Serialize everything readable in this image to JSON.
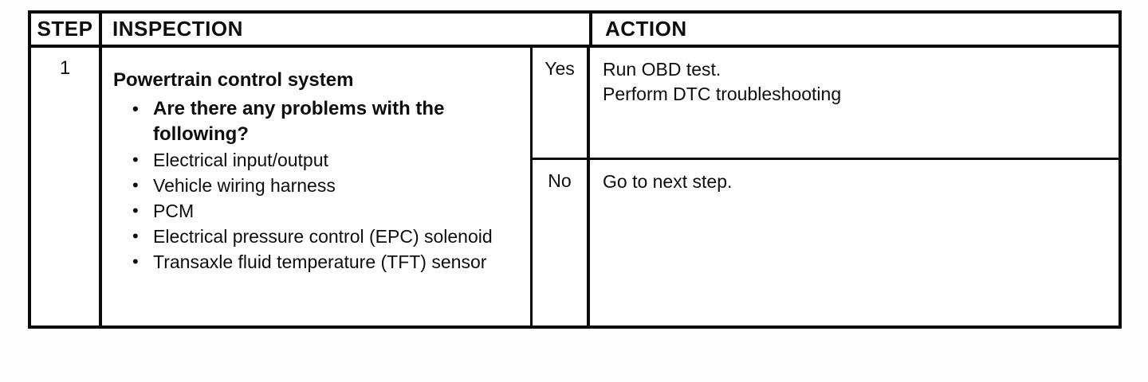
{
  "colors": {
    "border": "#0a0a0a",
    "text": "#0d0d0d",
    "background": "#ffffff"
  },
  "table": {
    "bullet_glyph": "•",
    "headers": {
      "step": "STEP",
      "inspection": "INSPECTION",
      "action": "ACTION"
    },
    "rows": [
      {
        "step": "1",
        "inspection": {
          "title": "Powertrain control system",
          "bullets": [
            {
              "text": "Are there any problems with the following?",
              "bold": true
            },
            {
              "text": "Electrical input/output",
              "bold": false
            },
            {
              "text": "Vehicle wiring harness",
              "bold": false
            },
            {
              "text": "PCM",
              "bold": false
            },
            {
              "text": "Electrical pressure control (EPC) solenoid",
              "bold": false
            },
            {
              "text": "Transaxle fluid temperature (TFT) sensor",
              "bold": false
            }
          ]
        },
        "branches": [
          {
            "answer": "Yes",
            "action_lines": [
              "Run OBD test.",
              "Perform DTC troubleshooting"
            ]
          },
          {
            "answer": "No",
            "action_lines": [
              "Go to next step."
            ]
          }
        ]
      }
    ]
  }
}
